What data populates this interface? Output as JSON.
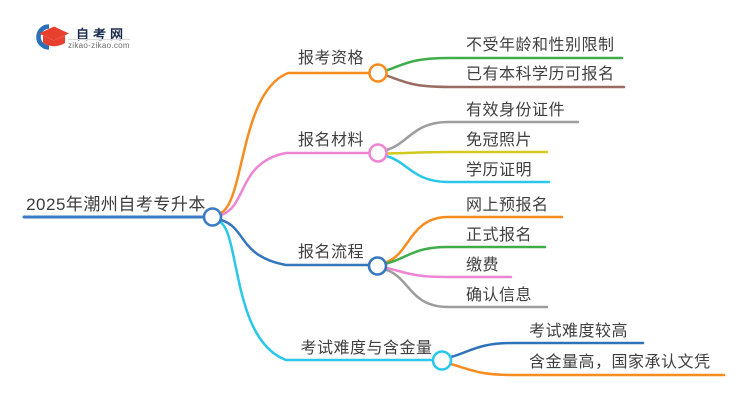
{
  "logo": {
    "title": "自考网",
    "url": "zikao-zikao.com"
  },
  "colors": {
    "rootBlue": "#3b7cc4",
    "branchBlue": "#3577bd",
    "leafBlue": "#2e73ba",
    "orange": "#f78c21",
    "green": "#3fae4a",
    "brown": "#9a6b60",
    "pink": "#ee85d4",
    "gray": "#9d9d9d",
    "yellow": "#d1ca1f",
    "cyan": "#29c8e9",
    "logoNavy": "#1b2b4d",
    "logoRed": "#e8402e",
    "logoBlue": "#2a72b8"
  },
  "mindmap": {
    "root": {
      "label": "2025年潮州自考专升本"
    },
    "branches": [
      {
        "label": "报考资格",
        "children": [
          "不受年龄和性别限制",
          "已有本科学历可报名"
        ]
      },
      {
        "label": "报名材料",
        "children": [
          "有效身份证件",
          "免冠照片",
          "学历证明"
        ]
      },
      {
        "label": "报名流程",
        "children": [
          "网上预报名",
          "正式报名",
          "缴费",
          "确认信息"
        ]
      },
      {
        "label": "考试难度与含金量",
        "children": [
          "考试难度较高",
          "含金量高，国家承认文凭"
        ]
      }
    ]
  }
}
